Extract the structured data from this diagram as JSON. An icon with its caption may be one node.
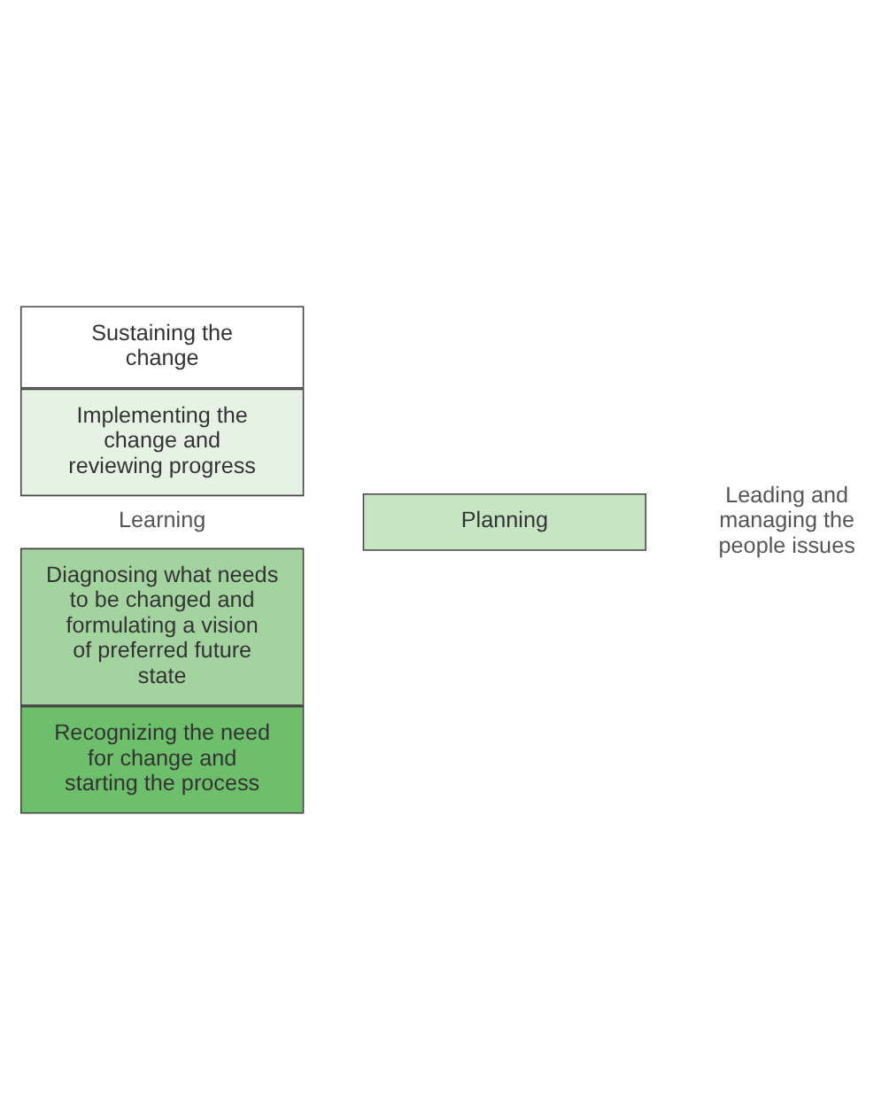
{
  "diagram": {
    "nodes": [
      {
        "text": [
          "Recognizing the need for change and starting the process"
        ]
      },
      {
        "text": [
          "Diagnosing what needs to be changed and formulating a vision of preferred future state"
        ]
      },
      {
        "text": [
          "Planning"
        ]
      },
      {
        "text": [
          "Implementing the change and reviewing progress"
        ]
      },
      {
        "text": [
          "Sustaining the change"
        ]
      }
    ],
    "labels": [
      "Learning",
      "Leading and managing the people issues"
    ]
  }
}
